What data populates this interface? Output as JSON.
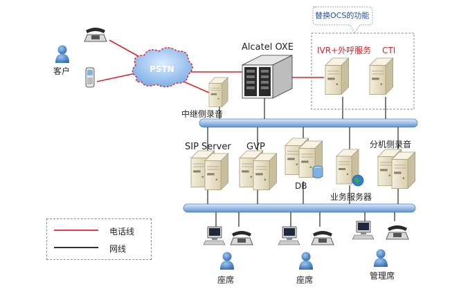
{
  "nodes": {
    "customer": "客户",
    "pstn": "PSTN",
    "alcatel": "Alcatel OXE",
    "callout": "替换OCS的功能",
    "ivr": "IVR+外呼服务",
    "cti": "CTI",
    "trunk_rec": "中继侧录音",
    "sip": "SIP Server",
    "gvp": "GVP",
    "db": "DB",
    "ext_rec": "分机侧录音",
    "biz": "业务服务器",
    "seat1": "座席",
    "seat2": "座席",
    "admin": "管理席"
  },
  "legend": {
    "phone_line": "电话线",
    "network_line": "网线"
  },
  "colors": {
    "phone_line": "#e0202a",
    "network_line": "#111111",
    "bus": "#9fc0e8",
    "cloud": "#8ab6e6"
  },
  "icons": [
    "person-icon",
    "desk-phone-icon",
    "mobile-phone-icon",
    "cloud-icon",
    "server-icon",
    "pbx-rack-icon",
    "pc-icon",
    "database-icon",
    "globe-icon"
  ]
}
